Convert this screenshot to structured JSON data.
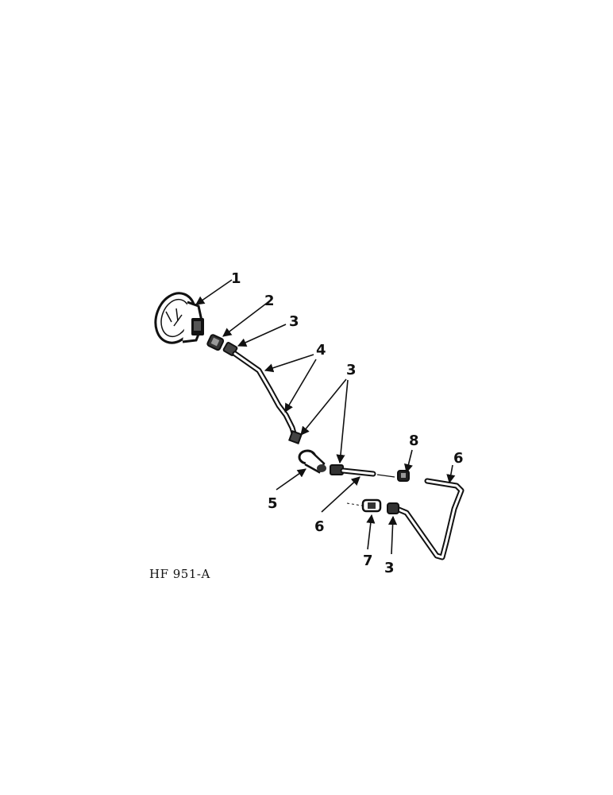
{
  "diagram": {
    "figure_id": "HF 951-A",
    "callouts": {
      "gauge": "1",
      "nut": "2",
      "sleeve_upper": "3",
      "tube_upper": "4",
      "sleeve_mid": "3",
      "elbow": "5",
      "tube_lower": "6",
      "coupling": "8",
      "tube_right": "6",
      "connector": "7",
      "sleeve_lower": "3"
    }
  }
}
